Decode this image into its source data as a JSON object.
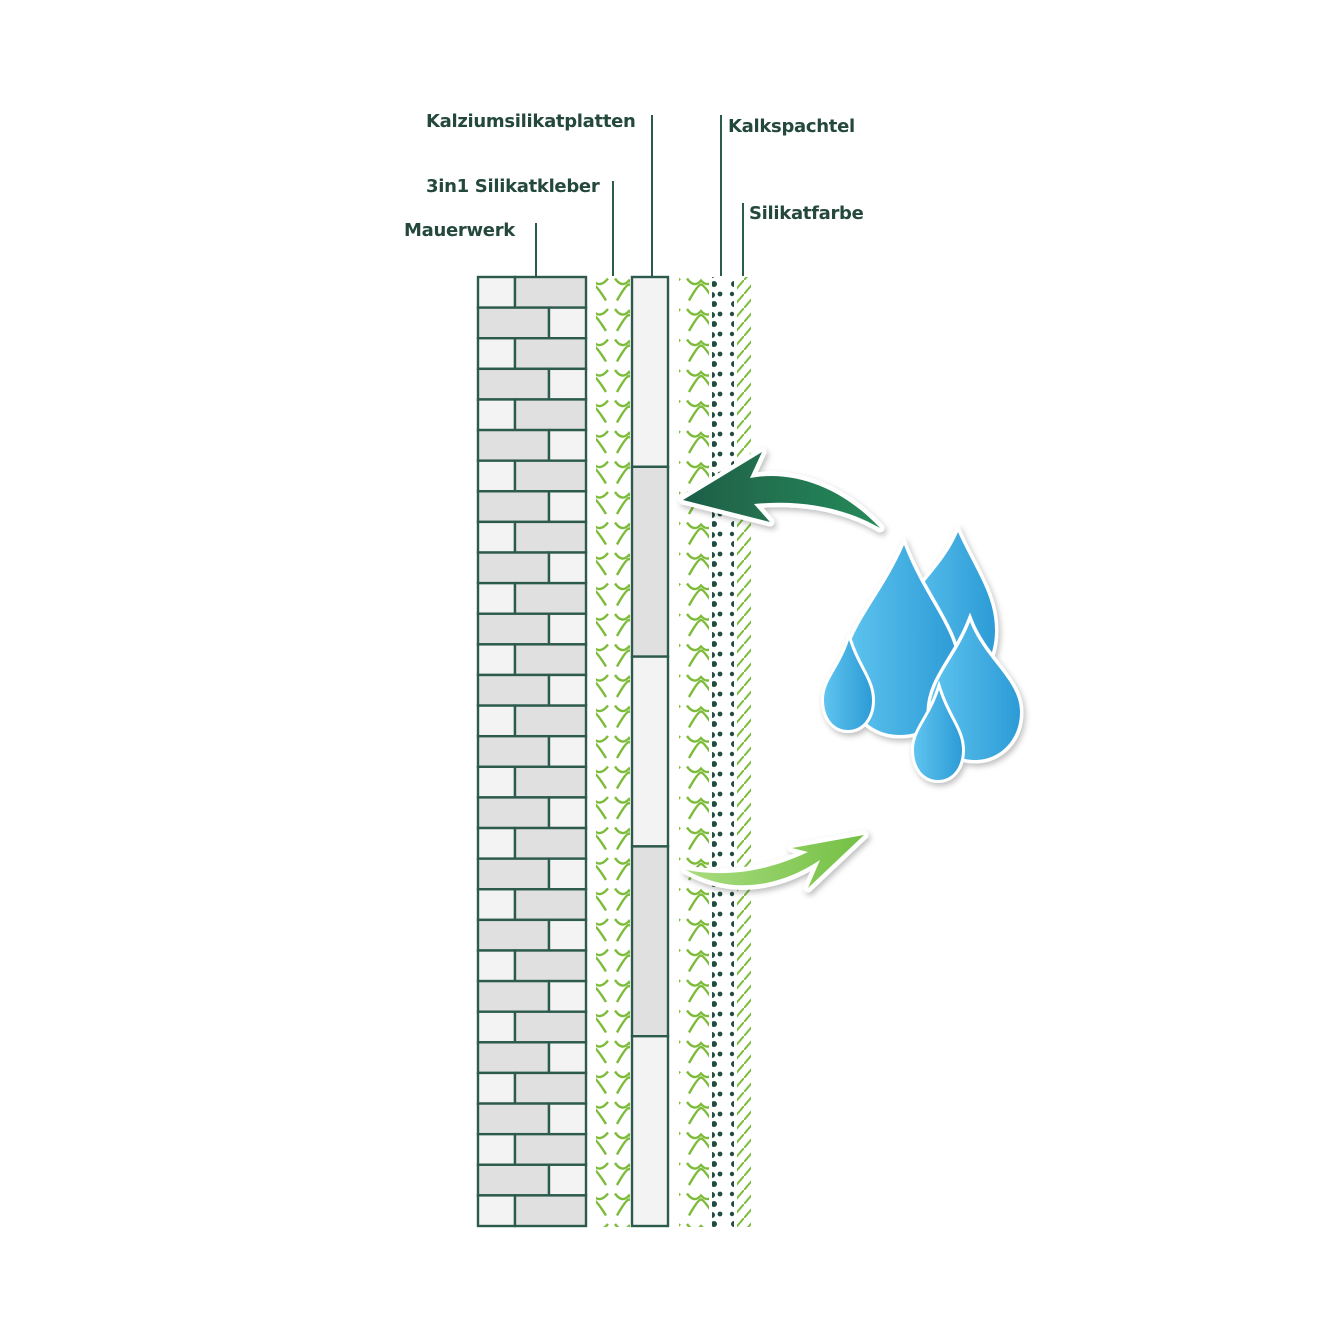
{
  "diagram": {
    "title": "Wall layer build-up",
    "layers": [
      {
        "id": "mauerwerk",
        "label": "Mauerwerk",
        "pattern": "brick"
      },
      {
        "id": "silikatkleber",
        "label": "3in1 Silikatkleber",
        "pattern": "wave"
      },
      {
        "id": "kalziumsilikatplatten",
        "label": "Kalziumsilikatplatten",
        "pattern": "panels"
      },
      {
        "id": "kalkspachtel_base",
        "label": "",
        "pattern": "wave"
      },
      {
        "id": "kalkspachtel",
        "label": "Kalkspachtel",
        "pattern": "dots"
      },
      {
        "id": "silikatfarbe",
        "label": "Silikatfarbe",
        "pattern": "hatch"
      }
    ],
    "icons": {
      "arrow_in": "arrow-left-curved-icon",
      "arrow_out": "arrow-right-curved-icon",
      "water": "water-drops-icon"
    },
    "colors": {
      "text": "#24483c",
      "line": "#2c5a4c",
      "brick_light": "#f3f3f3",
      "brick_gray": "#e0e0e0",
      "pattern_green": "#7dbb3a",
      "dot_green": "#1f4d40",
      "arrow_dark": "#1f7a50",
      "arrow_light": "#8ccf5a",
      "water": "#3aaee0"
    }
  }
}
